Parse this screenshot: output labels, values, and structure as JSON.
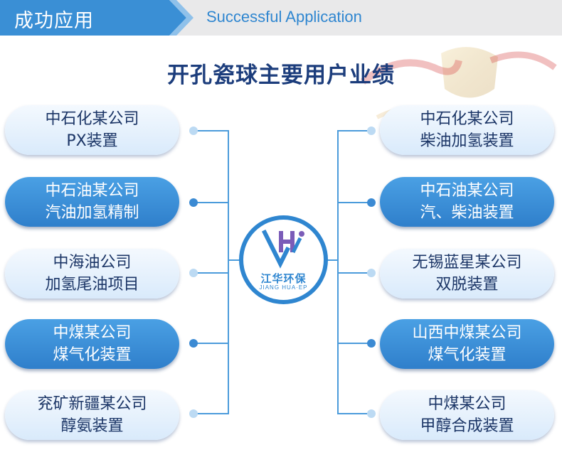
{
  "header": {
    "title_cn": "成功应用",
    "title_en": "Successful Application"
  },
  "page_title": "开孔瓷球主要用户业绩",
  "logo": {
    "brand_cn": "江华环保",
    "brand_en": "JIANG HUA·EP"
  },
  "left_cards": [
    {
      "line1": "中石化某公司",
      "line2": "PX装置",
      "style": "light"
    },
    {
      "line1": "中石油某公司",
      "line2": "汽油加氢精制",
      "style": "dark"
    },
    {
      "line1": "中海油公司",
      "line2": "加氢尾油项目",
      "style": "light"
    },
    {
      "line1": "中煤某公司",
      "line2": "煤气化装置",
      "style": "dark"
    },
    {
      "line1": "兖矿新疆某公司",
      "line2": "醇氨装置",
      "style": "light"
    }
  ],
  "right_cards": [
    {
      "line1": "中石化某公司",
      "line2": "柴油加氢装置",
      "style": "light"
    },
    {
      "line1": "中石油某公司",
      "line2": "汽、柴油装置",
      "style": "dark"
    },
    {
      "line1": "无锡蓝星某公司",
      "line2": "双脱装置",
      "style": "light"
    },
    {
      "line1": "山西中煤某公司",
      "line2": "煤气化装置",
      "style": "dark"
    },
    {
      "line1": "中煤某公司",
      "line2": "甲醇合成装置",
      "style": "light"
    }
  ],
  "colors": {
    "header_blue": "#3a8fd5",
    "title_navy": "#1c3d7c",
    "card_dark": "#3a8fd5",
    "card_light": "#e3effb"
  }
}
